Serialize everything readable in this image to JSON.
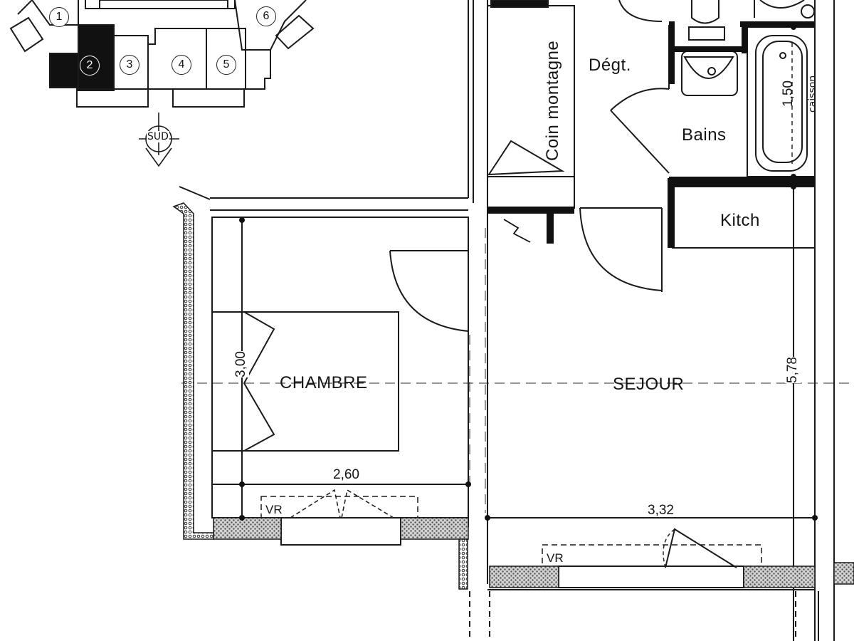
{
  "rooms": {
    "chambre": "CHAMBRE",
    "sejour": "SEJOUR",
    "kitch": "Kitch",
    "bains": "Bains",
    "degt": "Dégt.",
    "coin": "Coin montagne"
  },
  "dimensions": {
    "chambre_width": "2,60",
    "chambre_depth": "3,00",
    "sejour_width": "3,32",
    "sejour_depth": "5,78",
    "bath_length": "1,50",
    "caisson": "caisson"
  },
  "windows": {
    "vr1": "VR",
    "vr2": "VR"
  },
  "orientation": "SUD",
  "key_plan": {
    "units": [
      "1",
      "2",
      "3",
      "4",
      "5",
      "6"
    ],
    "highlighted": "2"
  },
  "colors": {
    "ink": "#151515",
    "hatch": "#9a9a9a",
    "paper": "#ffffff"
  }
}
